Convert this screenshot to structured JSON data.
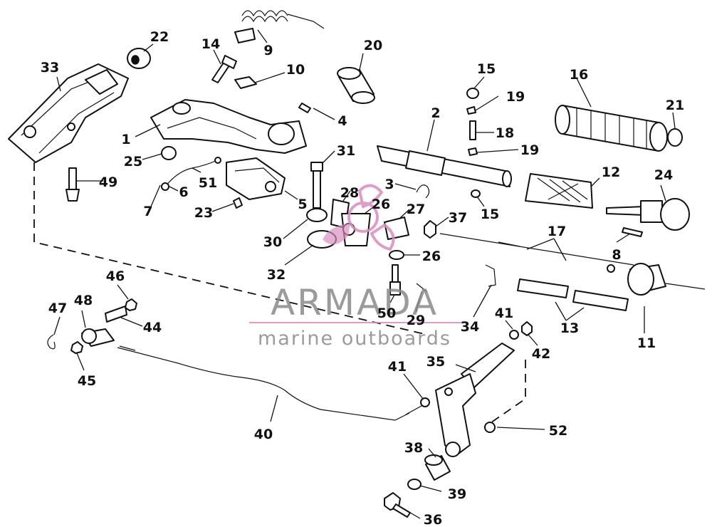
{
  "parts": {
    "p1": "1",
    "p2": "2",
    "p3": "3",
    "p4": "4",
    "p5": "5",
    "p6": "6",
    "p7": "7",
    "p8": "8",
    "p9": "9",
    "p10": "10",
    "p11": "11",
    "p12": "12",
    "p13": "13",
    "p14": "14",
    "p15a": "15",
    "p15b": "15",
    "p16": "16",
    "p17": "17",
    "p18": "18",
    "p19a": "19",
    "p19b": "19",
    "p20": "20",
    "p21": "21",
    "p22": "22",
    "p23": "23",
    "p24": "24",
    "p25": "25",
    "p26a": "26",
    "p26b": "26",
    "p27": "27",
    "p28": "28",
    "p29": "29",
    "p30": "30",
    "p31": "31",
    "p32": "32",
    "p33": "33",
    "p34": "34",
    "p35": "35",
    "p36": "36",
    "p37": "37",
    "p38": "38",
    "p39": "39",
    "p40": "40",
    "p41a": "41",
    "p41b": "41",
    "p42": "42",
    "p44": "44",
    "p45": "45",
    "p46": "46",
    "p47": "47",
    "p48": "48",
    "p49": "49",
    "p50": "50",
    "p51": "51",
    "p52": "52"
  },
  "watermark": {
    "brand": "ARMADA",
    "tagline": "marine outboards",
    "accent_color": "#d98cbf"
  }
}
